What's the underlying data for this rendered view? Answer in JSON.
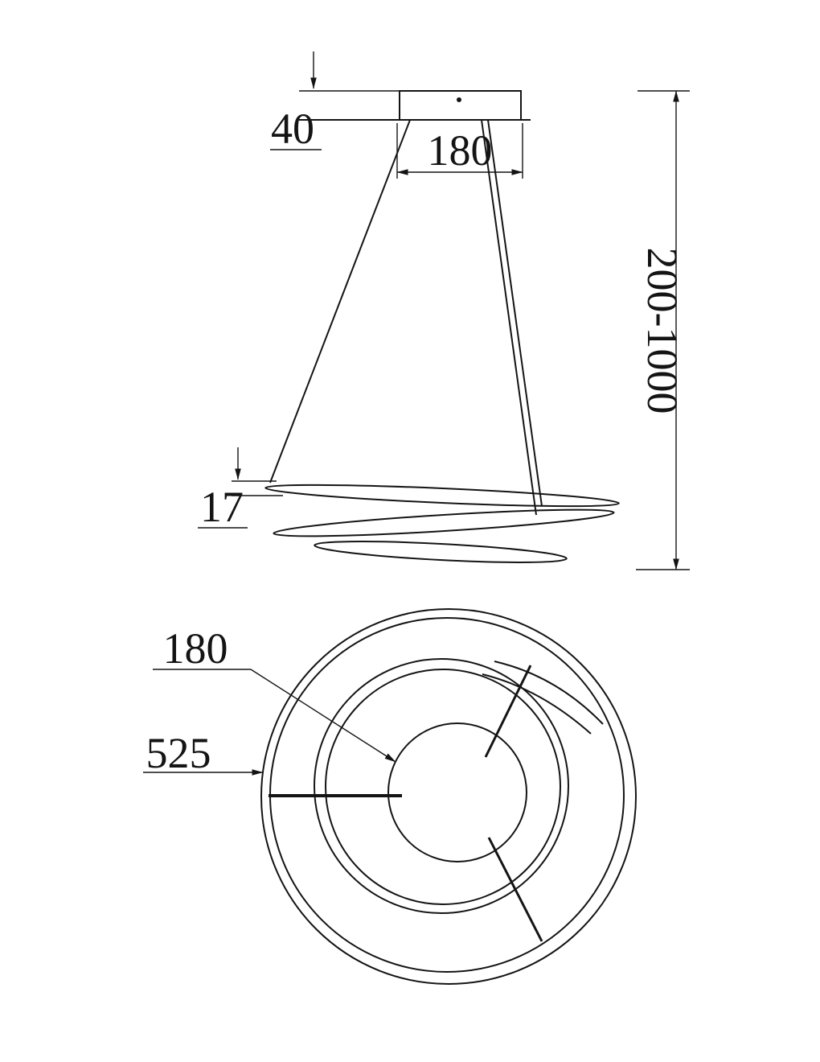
{
  "drawing": {
    "background": "#ffffff",
    "line_color": "#141414",
    "side_view": {
      "canopy_height": "40",
      "canopy_diameter": "180",
      "suspension_range": "200-1000",
      "tube_thickness": "17"
    },
    "top_view": {
      "inner_diameter": "180",
      "outer_diameter": "525"
    }
  }
}
